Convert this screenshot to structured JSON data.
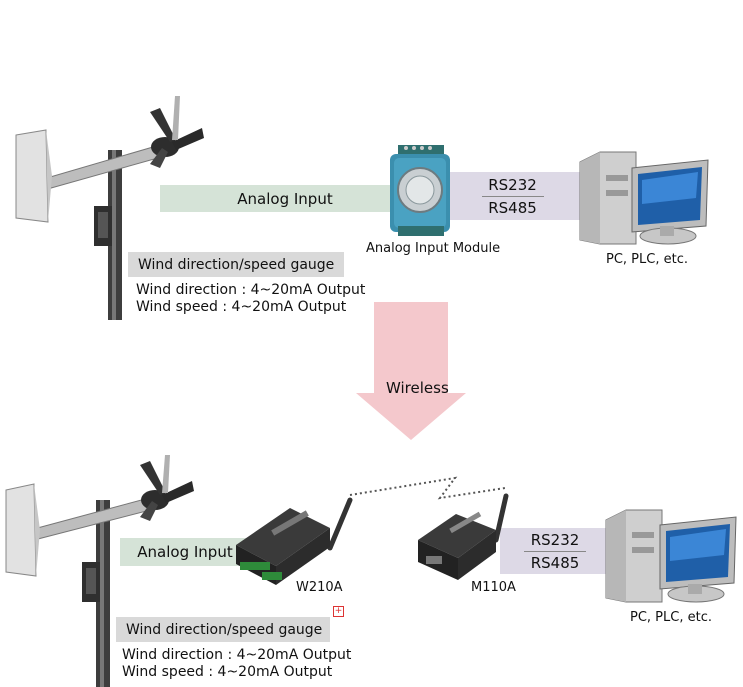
{
  "top": {
    "analog_input": "Analog Input",
    "module_label": "Analog Input Module",
    "rs232": "RS232",
    "rs485": "RS485",
    "pc_label": "PC, PLC, etc.",
    "gauge_title": "Wind direction/speed gauge",
    "gauge_dir": "Wind direction : 4~20mA Output",
    "gauge_speed": "Wind speed : 4~20mA Output"
  },
  "middle": {
    "wireless": "Wireless"
  },
  "bottom": {
    "analog_input": "Analog Input",
    "w210a": "W210A",
    "m110a": "M110A",
    "rs232": "RS232",
    "rs485": "RS485",
    "pc_label": "PC, PLC, etc.",
    "gauge_title": "Wind direction/speed gauge",
    "gauge_dir": "Wind direction : 4~20mA Output",
    "gauge_speed": "Wind speed : 4~20mA Output",
    "expand_mark": "+"
  },
  "colors": {
    "green_band": "#d5e3d7",
    "lavender_band": "#ddd9e6",
    "gray_band": "#d9d9d9",
    "arrow_pink": "#f4c8cc"
  }
}
